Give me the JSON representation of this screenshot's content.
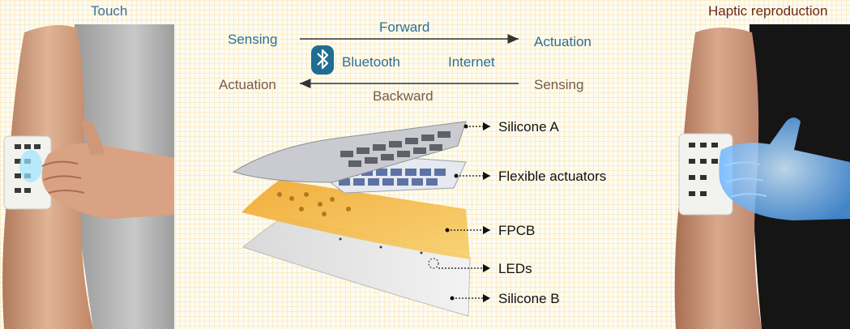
{
  "left_panel": {
    "title": "Touch"
  },
  "right_panel": {
    "title": "Haptic reproduction"
  },
  "flow": {
    "top_left": "Sensing",
    "forward": "Forward",
    "top_right": "Actuation",
    "bluetooth": "Bluetooth",
    "internet": "Internet",
    "bottom_left": "Actuation",
    "backward": "Backward",
    "bottom_right": "Sensing"
  },
  "layers": [
    "Silicone A",
    "Flexible actuators",
    "FPCB",
    "LEDs",
    "Silicone B"
  ],
  "colors": {
    "forward_text": "#2f6f8f",
    "backward_text": "#7a5a46",
    "fpcb": "#f2b13a",
    "actuator": "#5d73a6",
    "bluetooth_badge": "#1f6e92",
    "glove": "#4fa6ff",
    "grid": "#f5e096"
  },
  "icons": [
    "bluetooth-icon"
  ]
}
